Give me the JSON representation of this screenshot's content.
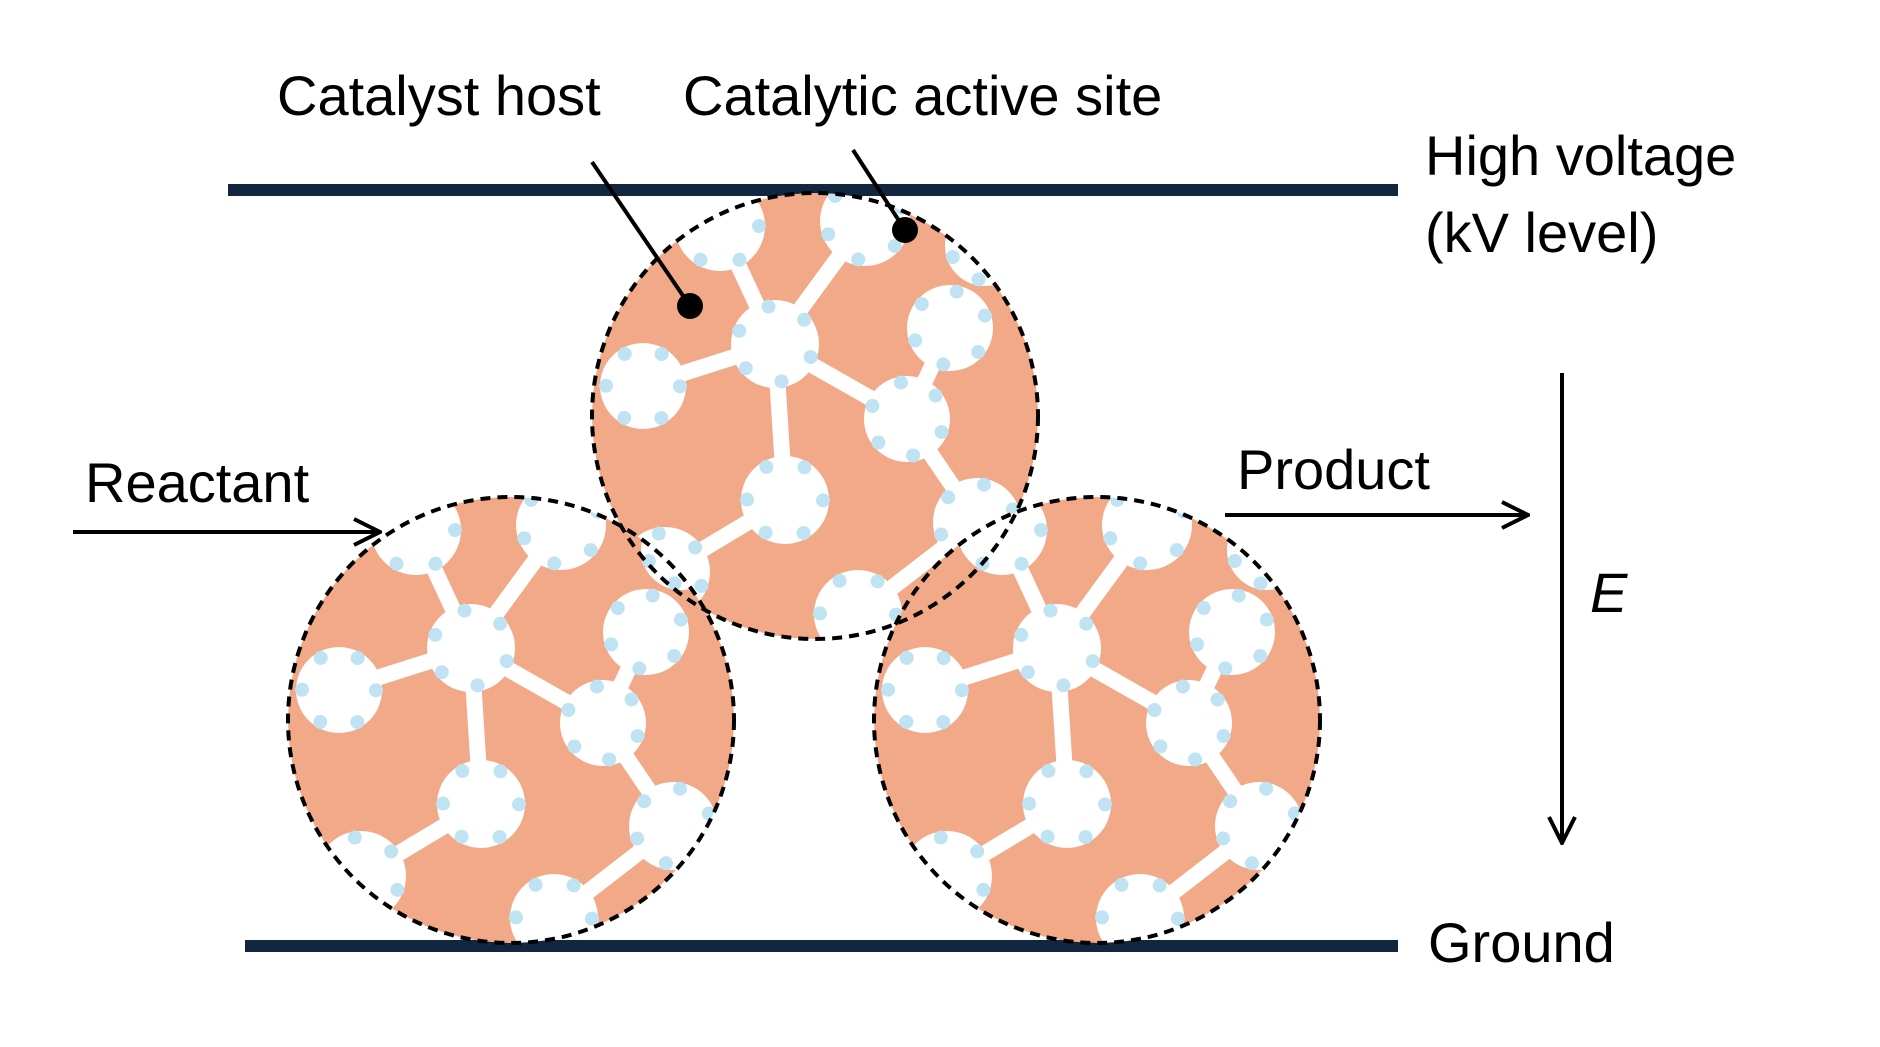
{
  "labels": {
    "catalyst_host": "Catalyst host",
    "active_site": "Catalytic active site",
    "high_voltage_line1": "High voltage",
    "high_voltage_line2": "(kV level)",
    "reactant": "Reactant",
    "product": "Product",
    "field": "E",
    "ground": "Ground"
  },
  "colors": {
    "electrode": "#12263f",
    "catalyst_host": "#f1a987",
    "active_site": "#bfe3f3",
    "pore": "#ffffff",
    "ink": "#000000"
  },
  "particle_count": 3
}
